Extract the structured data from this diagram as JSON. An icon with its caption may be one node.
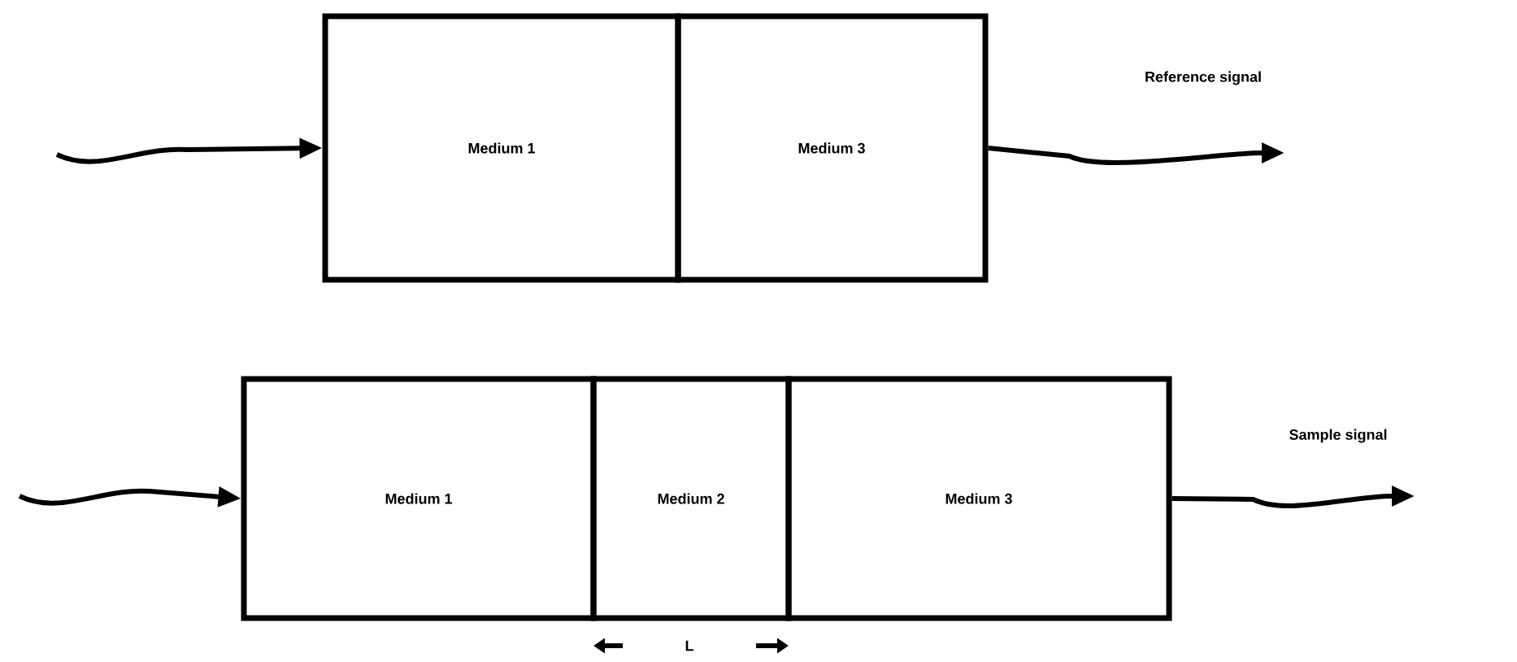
{
  "diagram": {
    "nodes": [
      {
        "text": [
          "Medium 1"
        ]
      },
      {
        "text": [
          "Medium 3"
        ]
      },
      {
        "text": [
          "Medium 1"
        ]
      },
      {
        "text": [
          "Medium 2"
        ]
      },
      {
        "text": [
          "Medium 3"
        ]
      }
    ],
    "edges": [
      {
        "from": null,
        "to": 0,
        "arrow": "to"
      },
      {
        "from": 1,
        "to": null,
        "arrow": "to",
        "label": "Reference signal"
      },
      {
        "from": null,
        "to": 2,
        "arrow": "to"
      },
      {
        "from": 4,
        "to": null,
        "arrow": "to",
        "label": "Sample signal"
      }
    ],
    "labels": [
      "L"
    ]
  }
}
